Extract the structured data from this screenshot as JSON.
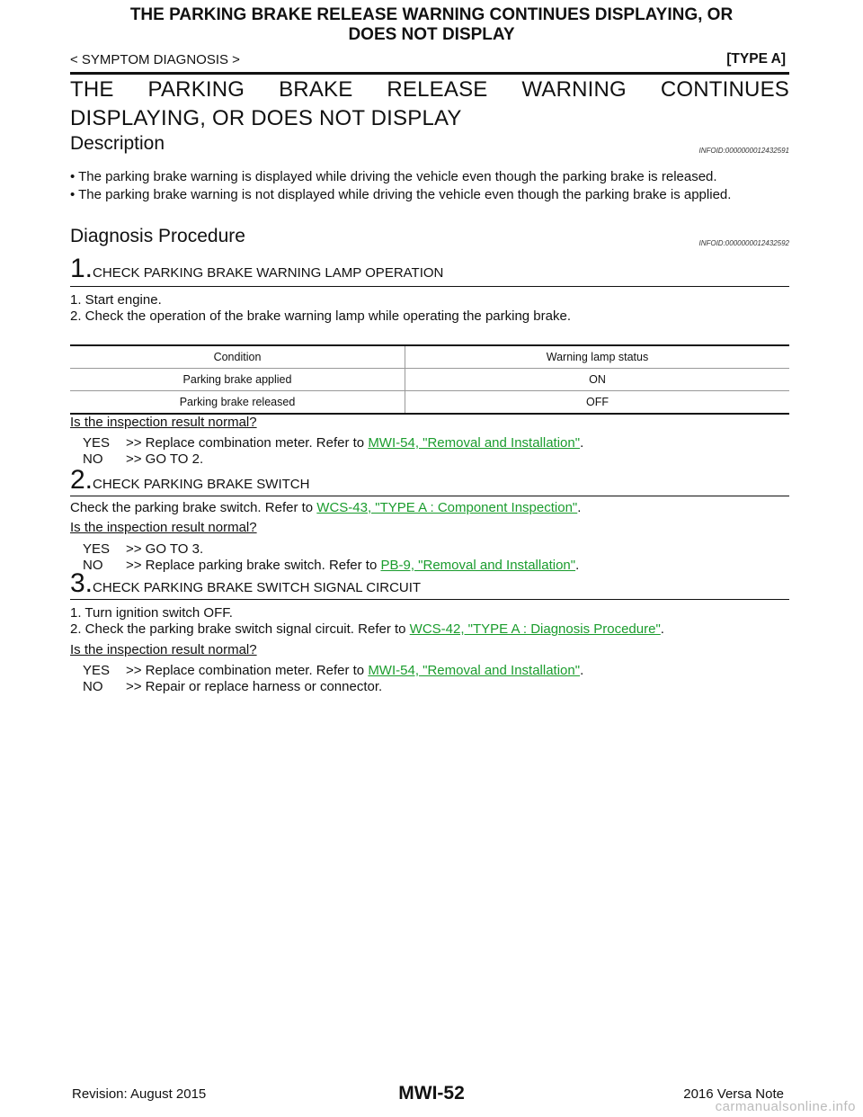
{
  "header": {
    "title_line1": "THE PARKING BRAKE RELEASE WARNING CONTINUES DISPLAYING, OR",
    "title_line2": "DOES NOT DISPLAY",
    "left": "< SYMPTOM DIAGNOSIS >",
    "right": "[TYPE A]"
  },
  "main_title": "THE PARKING BRAKE RELEASE WARNING CONTINUES DISPLAYING, OR DOES NOT DISPLAY",
  "description": {
    "heading": "Description",
    "infoid": "INFOID:0000000012432591",
    "bullets": [
      "• The parking brake warning is displayed while driving the vehicle even though the parking brake is released.",
      "• The parking brake warning is not displayed while driving the vehicle even though the parking brake is applied."
    ]
  },
  "diagnosis": {
    "heading": "Diagnosis Procedure",
    "infoid": "INFOID:0000000012432592"
  },
  "step1": {
    "num": "1.",
    "title": "CHECK PARKING BRAKE WARNING LAMP OPERATION",
    "items": [
      "1.  Start engine.",
      "2.  Check the operation of the brake warning lamp while operating the parking brake."
    ],
    "table": {
      "headers": [
        "Condition",
        "Warning lamp status"
      ],
      "rows": [
        [
          "Parking brake applied",
          "ON"
        ],
        [
          "Parking brake released",
          "OFF"
        ]
      ]
    },
    "question": "Is the inspection result normal?",
    "yes_key": "YES",
    "yes_text": ">> Replace combination meter. Refer to ",
    "yes_link": "MWI-54, \"Removal and Installation\"",
    "no_key": "NO",
    "no_text": ">> GO TO 2."
  },
  "step2": {
    "num": "2.",
    "title": "CHECK PARKING BRAKE SWITCH",
    "text": "Check the parking brake switch. Refer to ",
    "link": "WCS-43, \"TYPE A : Component Inspection\"",
    "question": "Is the inspection result normal?",
    "yes_key": "YES",
    "yes_text": ">> GO TO 3.",
    "no_key": "NO",
    "no_text": ">> Replace parking brake switch. Refer to ",
    "no_link": "PB-9, \"Removal and Installation\""
  },
  "step3": {
    "num": "3.",
    "title": "CHECK PARKING BRAKE SWITCH SIGNAL CIRCUIT",
    "item1": "1.  Turn ignition switch OFF.",
    "item2_text": "2.  Check the parking brake switch signal circuit. Refer to ",
    "item2_link": "WCS-42, \"TYPE A : Diagnosis Procedure\"",
    "question": "Is the inspection result normal?",
    "yes_key": "YES",
    "yes_text": ">> Replace combination meter. Refer to ",
    "yes_link": "MWI-54, \"Removal and Installation\"",
    "no_key": "NO",
    "no_text": ">> Repair or replace harness or connector."
  },
  "footer": {
    "revision": "Revision: August 2015",
    "page": "MWI-52",
    "model": "2016 Versa Note",
    "watermark": "carmanualsonline.info"
  },
  "period": "."
}
